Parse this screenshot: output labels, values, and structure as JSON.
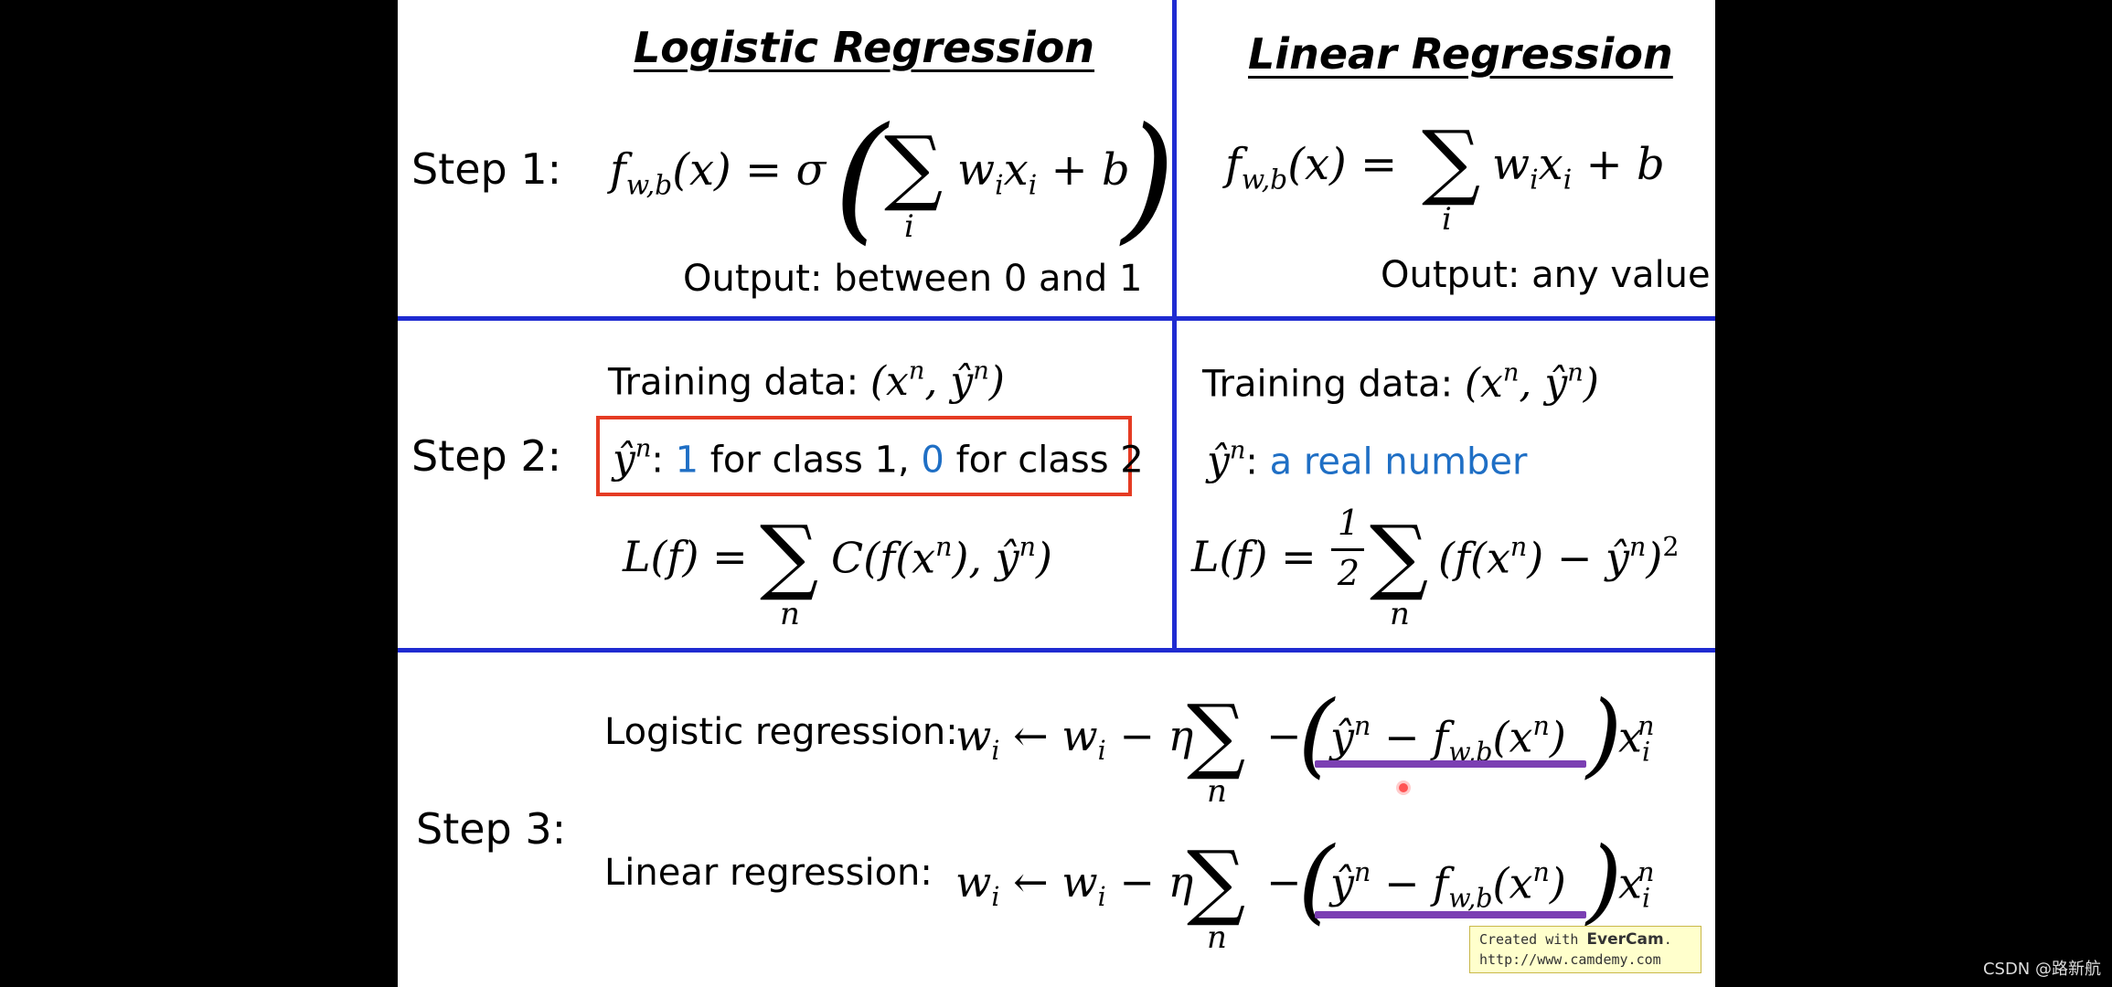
{
  "headers": {
    "left": "Logistic Regression",
    "right": "Linear Regression"
  },
  "steps": {
    "step1": "Step 1:",
    "step2": "Step 2:",
    "step3": "Step 3:"
  },
  "step1": {
    "left_output": "Output: between 0 and 1",
    "right_output": "Output: any value"
  },
  "step2": {
    "left_training": "Training data:",
    "right_training": "Training data:",
    "left_label_one": "1",
    "left_label_for1": " for class 1, ",
    "left_label_zero": "0",
    "left_label_for2": " for class 2",
    "right_label_value": "a real number"
  },
  "step3": {
    "logistic_label": "Logistic regression:",
    "linear_label": "Linear regression:"
  },
  "watermark": {
    "line1": "Created with ",
    "brand": "EverCam",
    "dot": ".",
    "line2": "http://www.camdemy.com"
  },
  "credit": "CSDN @路新航",
  "colors": {
    "grid": "#1f2bd1",
    "highlight_box": "#e53b23",
    "underline": "#7b3fb3",
    "blue_text": "#1f6fc5"
  }
}
